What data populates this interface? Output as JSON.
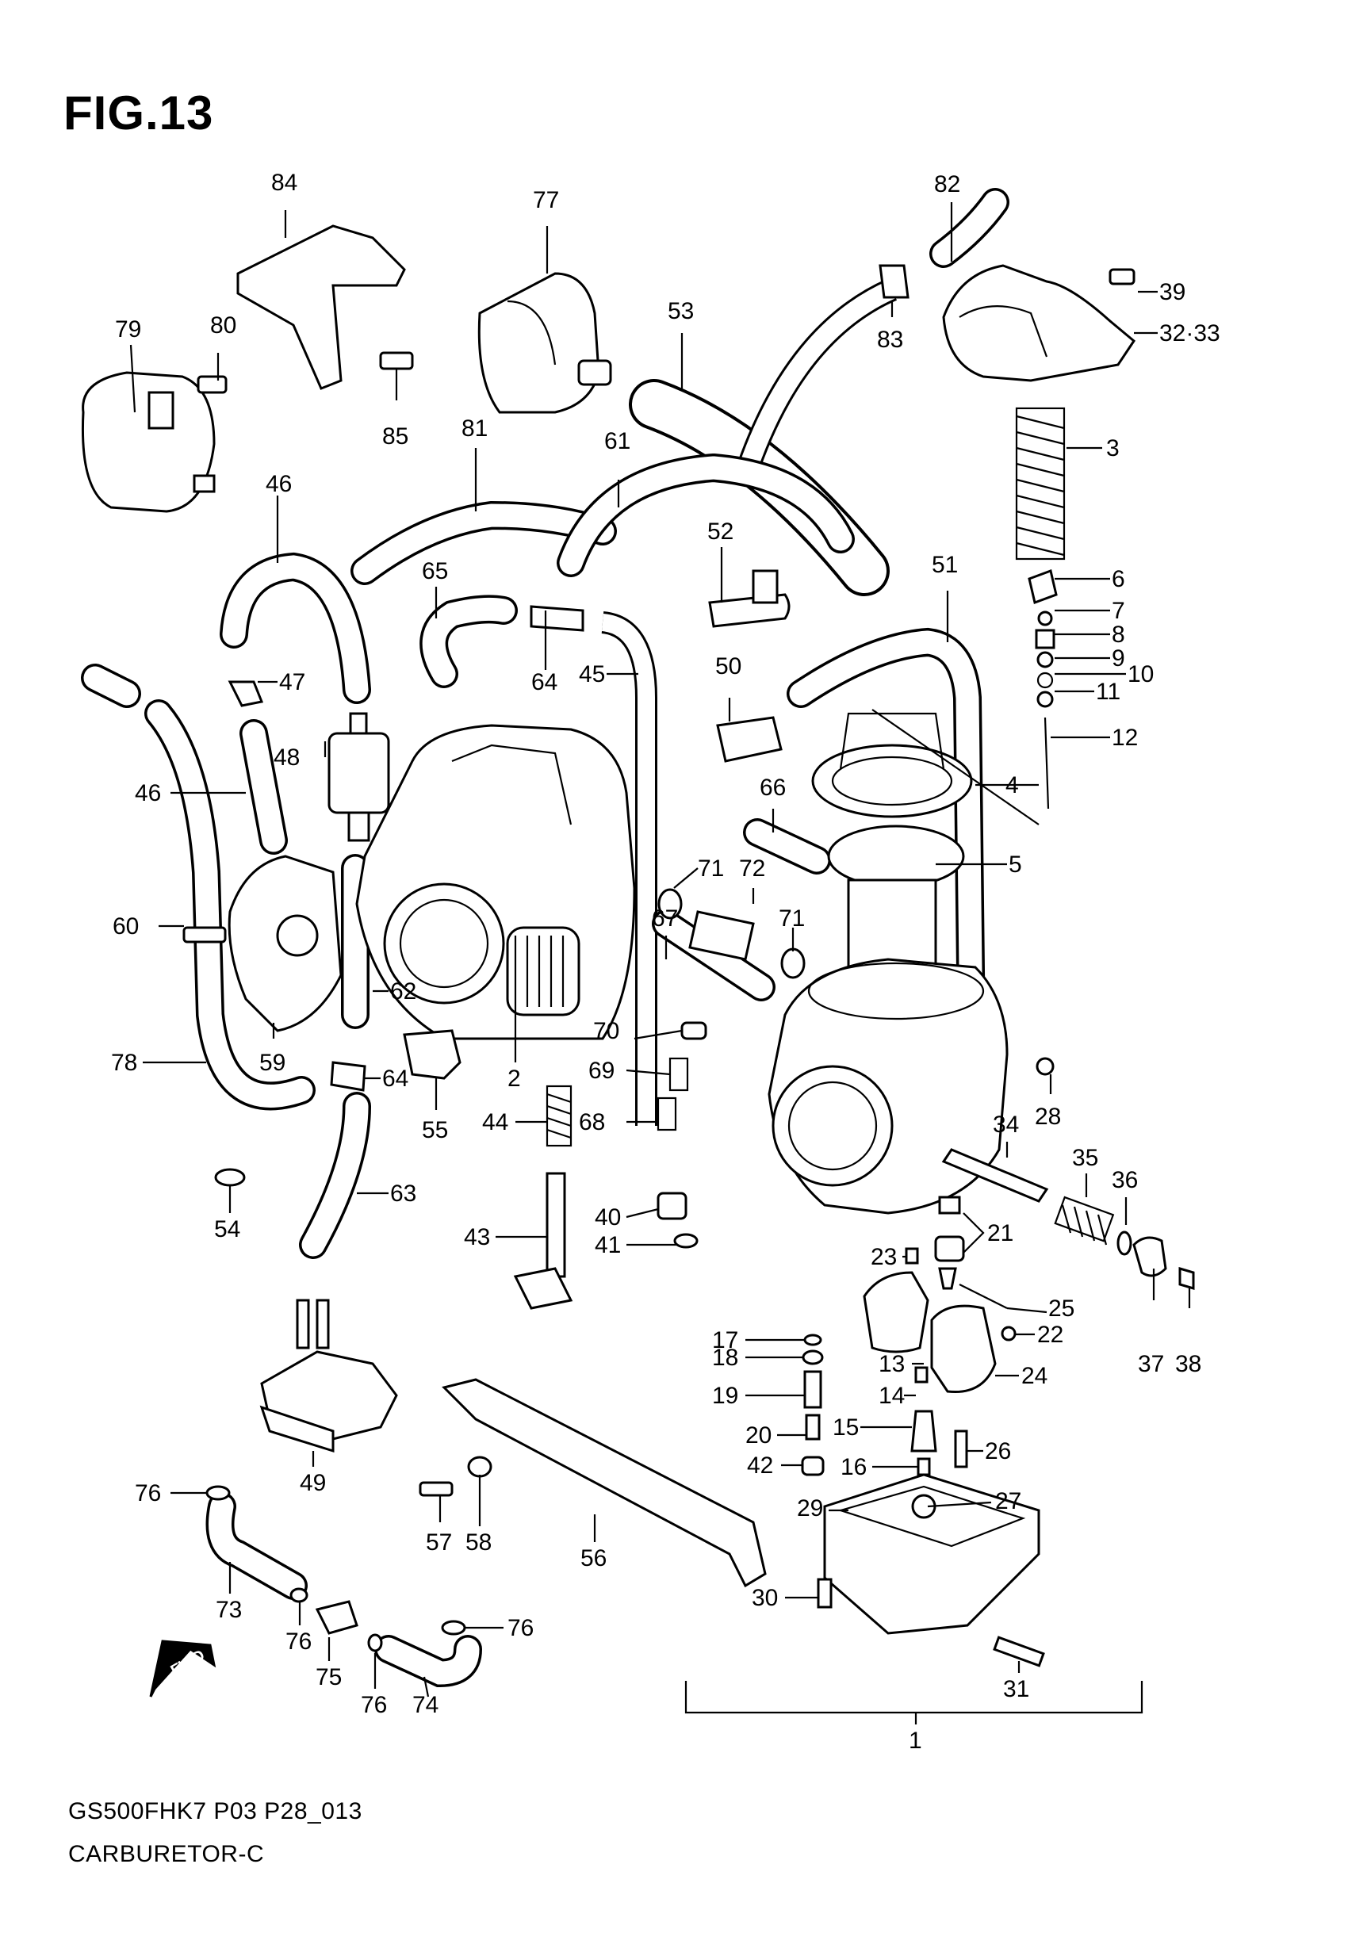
{
  "figure": {
    "title": "FIG.13",
    "code": "GS500FHK7 P03 P28_013",
    "name": "CARBURETOR-C"
  },
  "fwd_marker": "FWD",
  "callouts": [
    {
      "label": "84"
    },
    {
      "label": "77"
    },
    {
      "label": "82"
    },
    {
      "label": "79"
    },
    {
      "label": "80"
    },
    {
      "label": "39"
    },
    {
      "label": "32·33"
    },
    {
      "label": "83"
    },
    {
      "label": "53"
    },
    {
      "label": "85"
    },
    {
      "label": "81"
    },
    {
      "label": "61"
    },
    {
      "label": "3"
    },
    {
      "label": "46"
    },
    {
      "label": "52"
    },
    {
      "label": "65"
    },
    {
      "label": "51"
    },
    {
      "label": "6"
    },
    {
      "label": "7"
    },
    {
      "label": "8"
    },
    {
      "label": "9"
    },
    {
      "label": "10"
    },
    {
      "label": "11"
    },
    {
      "label": "47"
    },
    {
      "label": "64"
    },
    {
      "label": "45"
    },
    {
      "label": "50"
    },
    {
      "label": "12"
    },
    {
      "label": "48"
    },
    {
      "label": "66"
    },
    {
      "label": "46"
    },
    {
      "label": "4"
    },
    {
      "label": "71"
    },
    {
      "label": "72"
    },
    {
      "label": "5"
    },
    {
      "label": "60"
    },
    {
      "label": "71"
    },
    {
      "label": "67"
    },
    {
      "label": "62"
    },
    {
      "label": "70"
    },
    {
      "label": "78"
    },
    {
      "label": "59"
    },
    {
      "label": "64"
    },
    {
      "label": "2"
    },
    {
      "label": "69"
    },
    {
      "label": "28"
    },
    {
      "label": "55"
    },
    {
      "label": "44"
    },
    {
      "label": "68"
    },
    {
      "label": "34"
    },
    {
      "label": "35"
    },
    {
      "label": "36"
    },
    {
      "label": "63"
    },
    {
      "label": "54"
    },
    {
      "label": "40"
    },
    {
      "label": "43"
    },
    {
      "label": "41"
    },
    {
      "label": "21"
    },
    {
      "label": "23"
    },
    {
      "label": "25"
    },
    {
      "label": "37"
    },
    {
      "label": "38"
    },
    {
      "label": "17"
    },
    {
      "label": "22"
    },
    {
      "label": "18"
    },
    {
      "label": "13"
    },
    {
      "label": "24"
    },
    {
      "label": "19"
    },
    {
      "label": "14"
    },
    {
      "label": "15"
    },
    {
      "label": "20"
    },
    {
      "label": "26"
    },
    {
      "label": "42"
    },
    {
      "label": "16"
    },
    {
      "label": "49"
    },
    {
      "label": "76"
    },
    {
      "label": "29"
    },
    {
      "label": "27"
    },
    {
      "label": "57"
    },
    {
      "label": "58"
    },
    {
      "label": "56"
    },
    {
      "label": "73"
    },
    {
      "label": "30"
    },
    {
      "label": "76"
    },
    {
      "label": "75"
    },
    {
      "label": "76"
    },
    {
      "label": "76"
    },
    {
      "label": "74"
    },
    {
      "label": "31"
    },
    {
      "label": "1"
    }
  ]
}
